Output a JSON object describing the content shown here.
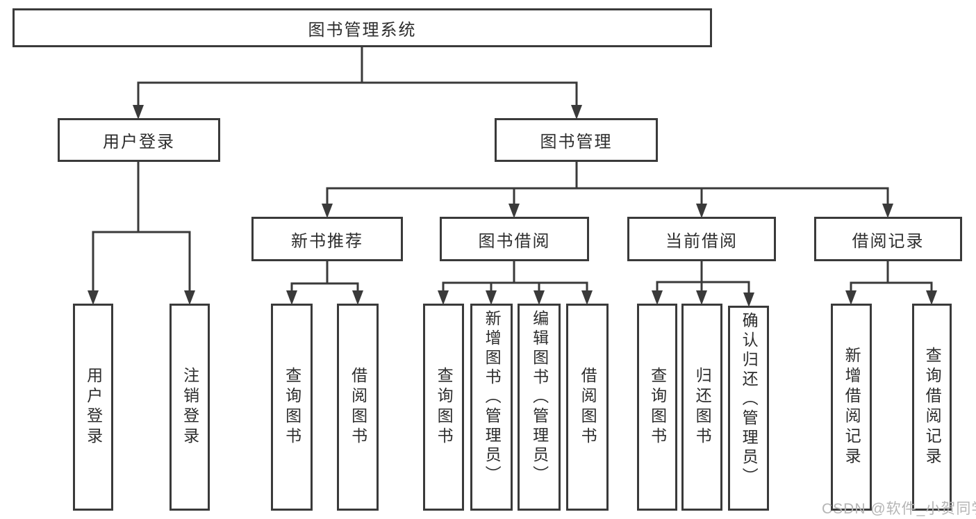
{
  "diagram": {
    "root": {
      "label": "图书管理系统"
    },
    "level2": [
      {
        "label": "用户登录"
      },
      {
        "label": "图书管理"
      }
    ],
    "level3": [
      {
        "label": "新书推荐"
      },
      {
        "label": "图书借阅"
      },
      {
        "label": "当前借阅"
      },
      {
        "label": "借阅记录"
      }
    ],
    "leaves": {
      "user_login": [
        {
          "label": "用户登录"
        },
        {
          "label": "注销登录"
        }
      ],
      "new_book": [
        {
          "label": "查询图书"
        },
        {
          "label": "借阅图书"
        }
      ],
      "book_borrow": [
        {
          "label": "查询图书"
        },
        {
          "label": "新增图书（管理员）"
        },
        {
          "label": "编辑图书（管理员）"
        },
        {
          "label": "借阅图书"
        }
      ],
      "current_borrow": [
        {
          "label": "查询图书"
        },
        {
          "label": "归还图书"
        },
        {
          "label": "确认归还（管理员）"
        }
      ],
      "borrow_record": [
        {
          "label": "新增借阅记录"
        },
        {
          "label": "查询借阅记录"
        }
      ]
    }
  },
  "watermark": {
    "text": "CSDN @软件_小贺同学"
  },
  "colors": {
    "line": "#3a3a3a",
    "text": "#2d2d2d",
    "watermark": "#b5b5b5",
    "background": "#ffffff"
  }
}
